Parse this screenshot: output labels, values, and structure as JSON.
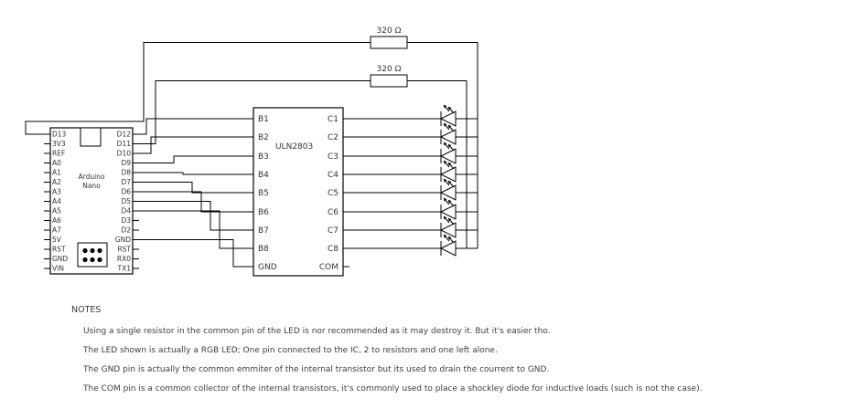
{
  "schematic": {
    "resistors": [
      "320 Ω",
      "320 Ω"
    ],
    "arduino": {
      "line1": "Arduino",
      "line2": "Nano",
      "left_pins": [
        "D13",
        "3V3",
        "REF",
        "A0",
        "A1",
        "A2",
        "A3",
        "A4",
        "A5",
        "A6",
        "A7",
        "5V",
        "RST",
        "GND",
        "VIN"
      ],
      "right_pins": [
        "D12",
        "D11",
        "D10",
        "D9",
        "D8",
        "D7",
        "D6",
        "D5",
        "D4",
        "D3",
        "D2",
        "GND",
        "RST",
        "RX0",
        "TX1"
      ]
    },
    "ic": {
      "name": "ULN2803",
      "left_pins": [
        "B1",
        "B2",
        "B3",
        "B4",
        "B5",
        "B6",
        "B7",
        "B8",
        "GND"
      ],
      "right_pins": [
        "C1",
        "C2",
        "C3",
        "C4",
        "C5",
        "C6",
        "C7",
        "C8",
        "COM"
      ]
    },
    "led_count": 8
  },
  "notes": {
    "heading": "NOTES",
    "lines": [
      "Using a single resistor in the common pin of the LED is nor recommended as it may destroy it. But it's easier tho.",
      "The LED shown is actually a RGB LED; One pin connected to the IC, 2 to resistors and one left alone.",
      "The GND pin is actually the common emmiter of the internal transistor but its used to drain the courrent to GND.",
      "The COM pin is a common collector of the internal transistors, it's commonly used to place a shockley diode for inductive loads (such is not the case)."
    ]
  },
  "colors": {
    "background": "#ffffff",
    "line": "#000000",
    "label_text": "#333333",
    "notes_text": "#3d3d3d"
  }
}
